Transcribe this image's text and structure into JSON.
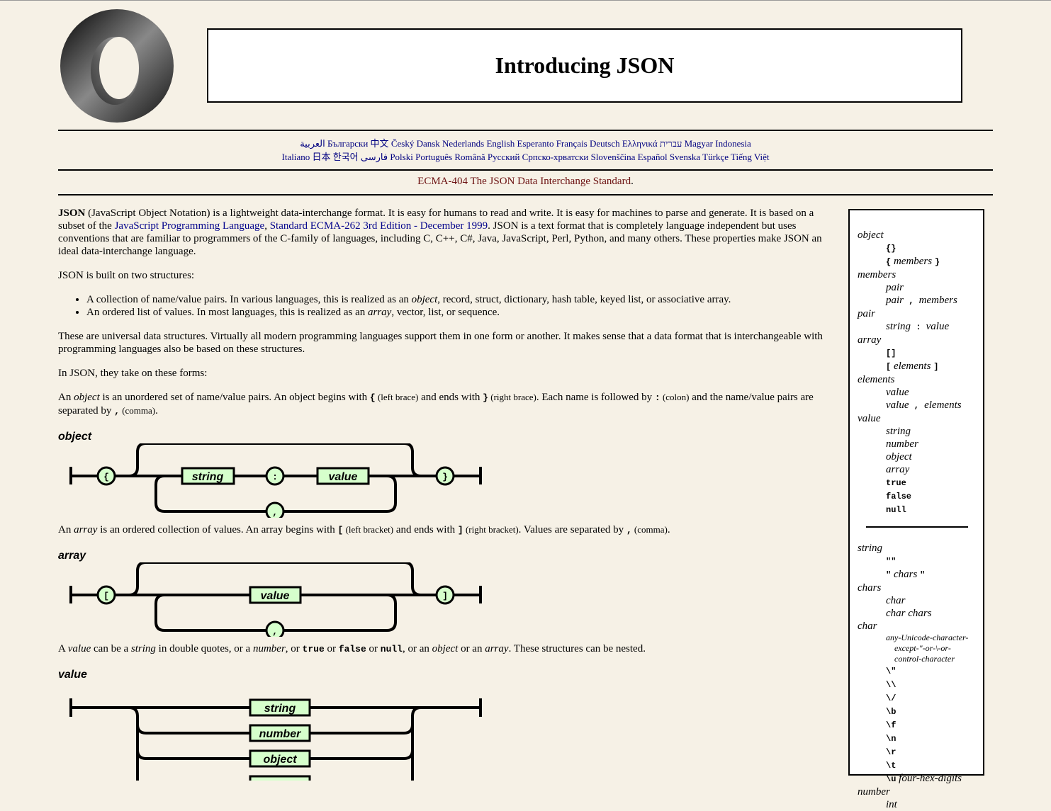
{
  "page": {
    "title": "Introducing JSON"
  },
  "languages": {
    "row1": [
      "العربية",
      "Български",
      "中文",
      "Český",
      "Dansk",
      "Nederlands",
      "English",
      "Esperanto",
      "Français",
      "Deutsch",
      "Ελληνικά",
      "עברית",
      "Magyar",
      "Indonesia"
    ],
    "row2": [
      "Italiano",
      "日本",
      "한국어",
      "فارسی",
      "Polski",
      "Português",
      "Română",
      "Русский",
      "Српско-хрватски",
      "Slovenščina",
      "Español",
      "Svenska",
      "Türkçe",
      "Tiếng Việt"
    ]
  },
  "ecma": {
    "link": "ECMA-404 The JSON Data Interchange Standard",
    "suffix": "."
  },
  "intro": {
    "bold": "JSON",
    "t1": " (JavaScript Object Notation) is a lightweight data-interchange format. It is easy for humans to read and write. It is easy for machines to parse and generate. It is based on a subset of the ",
    "link1": "JavaScript Programming Language",
    "sep": ", ",
    "link2": "Standard ECMA-262 3rd Edition - December 1999",
    "t2": ". JSON is a text format that is completely language independent but uses conventions that are familiar to programmers of the C-family of languages, including C, C++, C#, Java, JavaScript, Perl, Python, and many others. These properties make JSON an ideal data-interchange language."
  },
  "structures_intro": "JSON is built on two structures:",
  "bullets": {
    "b1a": "A collection of name/value pairs. In various languages, this is realized as an ",
    "b1em": "object",
    "b1b": ", record, struct, dictionary, hash table, keyed list, or associative array.",
    "b2a": "An ordered list of values. In most languages, this is realized as an ",
    "b2em": "array",
    "b2b": ", vector, list, or sequence."
  },
  "universal": "These are universal data structures. Virtually all modern programming languages support them in one form or another. It makes sense that a data format that is interchangeable with programming languages also be based on these structures.",
  "forms": "In JSON, they take on these forms:",
  "object_para": {
    "a": "An ",
    "em": "object",
    "b": " is an unordered set of name/value pairs. An object begins with ",
    "lb": "{",
    "lb_note": " (left brace)",
    "c": " and ends with ",
    "rb": "}",
    "rb_note": " (right brace)",
    "d": ". Each name is followed by ",
    "colon": ":",
    "colon_note": " (colon)",
    "e": " and the name/value pairs are separated by ",
    "comma": ",",
    "comma_note": " (comma)",
    "f": "."
  },
  "array_para": {
    "a": "An ",
    "em": "array",
    "b": " is an ordered collection of values. An array begins with ",
    "lb": "[",
    "lb_note": " (left bracket)",
    "c": " and ends with ",
    "rb": "]",
    "rb_note": " (right bracket)",
    "d": ". Values are separated by ",
    "comma": ",",
    "comma_note": " (comma)",
    "e": "."
  },
  "value_para": {
    "a": "A ",
    "em1": "value",
    "b": " can be a ",
    "em2": "string",
    "c": " in double quotes, or a ",
    "em3": "number",
    "d": ", or ",
    "c1": "true",
    "e": " or ",
    "c2": "false",
    "f": " or ",
    "c3": "null",
    "g": ", or an ",
    "em4": "object",
    "h": " or an ",
    "em5": "array",
    "i": ". These structures can be nested."
  },
  "diagrams": {
    "object": {
      "label": "object",
      "open": "{",
      "close": "}",
      "string": "string",
      "colon": ":",
      "value": "value",
      "comma": ","
    },
    "array": {
      "label": "array",
      "open": "[",
      "close": "]",
      "value": "value",
      "comma": ","
    },
    "value": {
      "label": "value",
      "items": [
        "string",
        "number",
        "object"
      ]
    }
  },
  "grammar": {
    "object": "object",
    "obj_empty": "{}",
    "obj_lb": "{",
    "obj_members": " members ",
    "obj_rb": "}",
    "members": "members",
    "mem_pair": "pair",
    "mem_pair2": "pair",
    "mem_comma": " , ",
    "mem_members": "members",
    "pair": "pair",
    "pair_string": "string",
    "pair_colon": " : ",
    "pair_value": "value",
    "array": "array",
    "arr_empty": "[]",
    "arr_lb": "[",
    "arr_elements": " elements ",
    "arr_rb": "]",
    "elements": "elements",
    "el_value": "value",
    "el_value2": "value",
    "el_comma": " , ",
    "el_elements": "elements",
    "value": "value",
    "v_string": "string",
    "v_number": "number",
    "v_object": "object",
    "v_array": "array",
    "v_true": "true",
    "v_false": "false",
    "v_null": "null",
    "string": "string",
    "s_empty": "\"\"",
    "s_q1": "\"",
    "s_chars": " chars ",
    "s_q2": "\"",
    "chars": "chars",
    "c_char": "char",
    "c_char_chars": "char chars",
    "char": "char",
    "ch_any": "any-Unicode-character-",
    "ch_except": "except-\"-or-\\-or-",
    "ch_control": "control-character",
    "esc": [
      "\\\"",
      "\\\\",
      "\\/",
      "\\b",
      "\\f",
      "\\n",
      "\\r",
      "\\t"
    ],
    "u_code": "\\u",
    "u_text": " four-hex-digits",
    "number": "number",
    "n_int": "int"
  }
}
